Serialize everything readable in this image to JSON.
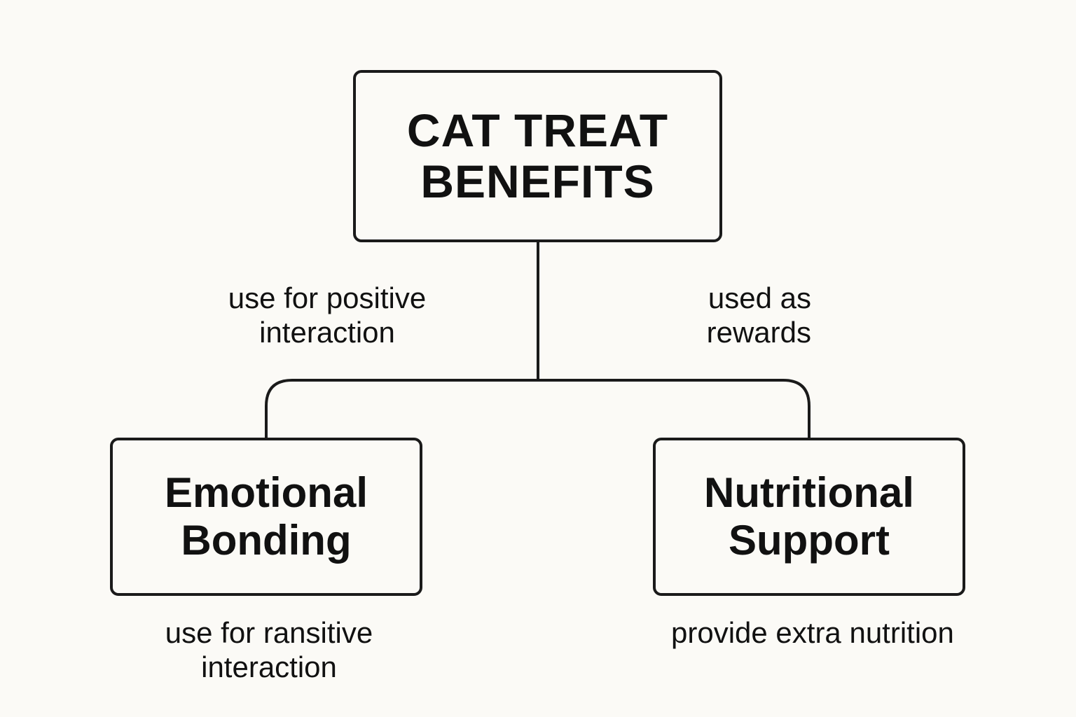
{
  "diagram": {
    "root": {
      "lines": [
        "CAT TREAT",
        "BENEFITS"
      ]
    },
    "edge_labels": [
      {
        "lines": [
          "use for positive",
          "interaction"
        ]
      },
      {
        "lines": [
          "used as",
          "rewards"
        ]
      }
    ],
    "children": [
      {
        "lines": [
          "Emotional",
          "Bonding"
        ],
        "caption": [
          "use for ransitive",
          "interaction"
        ]
      },
      {
        "lines": [
          "Nutritional",
          "Support"
        ],
        "caption": [
          "provide extra nutrition"
        ]
      }
    ]
  },
  "colors": {
    "background": "#fbfaf6",
    "stroke": "#1a1a1a",
    "text": "#111111"
  }
}
